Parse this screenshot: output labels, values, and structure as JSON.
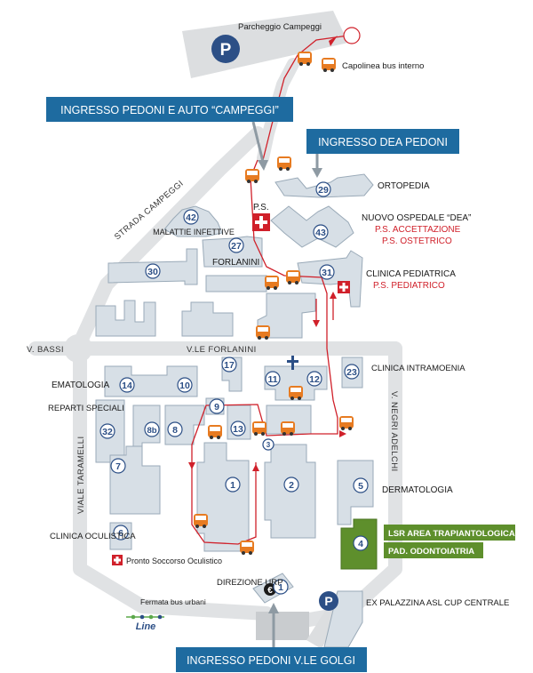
{
  "map": {
    "banners": {
      "campeggi": "INGRESSO PEDONI E AUTO “CAMPEGGI”",
      "dea": "INGRESSO DEA PEDONI",
      "golgi": "INGRESSO PEDONI V.LE GOLGI"
    },
    "top": {
      "parcheggio": "Parcheggio Campeggi",
      "capolinea": "Capolinea bus interno",
      "parking_symbol": "P"
    },
    "streets": {
      "campeggi": "STRADA CAMPEGGI",
      "bassi": "V. BASSI",
      "forlanini": "V.LE FORLANINI",
      "taramelli": "VIALE TARAMELLI",
      "negri": "V. NEGRI ADELCHI"
    },
    "buildings": [
      {
        "num": "29",
        "name": "ORTOPEDIA"
      },
      {
        "num": "43",
        "name": "NUOVO OSPEDALE “DEA”"
      },
      {
        "num": "42",
        "name": "MALATTIE INFETTIVE"
      },
      {
        "num": "27",
        "name": "FORLANINI"
      },
      {
        "num": "30",
        "name": ""
      },
      {
        "num": "31",
        "name": "CLINICA PEDIATRICA"
      },
      {
        "num": "17",
        "name": ""
      },
      {
        "num": "11",
        "name": ""
      },
      {
        "num": "12",
        "name": ""
      },
      {
        "num": "23",
        "name": "CLINICA INTRAMOENIA"
      },
      {
        "num": "14",
        "name": "EMATOLOGIA"
      },
      {
        "num": "10",
        "name": ""
      },
      {
        "num": "9",
        "name": ""
      },
      {
        "num": "32",
        "name": "REPARTI SPECIALI"
      },
      {
        "num": "8b",
        "name": ""
      },
      {
        "num": "8",
        "name": ""
      },
      {
        "num": "13",
        "name": ""
      },
      {
        "num": "3",
        "name": ""
      },
      {
        "num": "7",
        "name": ""
      },
      {
        "num": "1",
        "name": ""
      },
      {
        "num": "2",
        "name": ""
      },
      {
        "num": "5",
        "name": "DERMATOLOGIA"
      },
      {
        "num": "6",
        "name": "CLINICA OCULISTICA"
      },
      {
        "num": "4",
        "name": ""
      },
      {
        "num": "1",
        "name": "DIREZIONE URP"
      }
    ],
    "labels": {
      "ps": "P.S.",
      "ps_accettazione": "P.S. ACCETTAZIONE",
      "ps_ostetrico": "P.S. OSTETRICO",
      "ps_pediatrico": "P.S. PEDIATRICO",
      "pronto_soccorso_oculistico": "Pronto Soccorso Oculistico",
      "lsr": "LSR AREA TRAPIANTOLOGICA",
      "odontoiatria": "PAD. ODONTOIATRIA",
      "ex_palazzina": "EX PALAZZINA ASL CUP CENTRALE",
      "fermata": "Fermata bus urbani",
      "line_logo": "Line",
      "euro_symbol": "€"
    },
    "colors": {
      "banner_blue": "#1e6ba0",
      "accent_red": "#d0202a",
      "green": "#5e8f2c",
      "building": "#d7dfe6",
      "number_blue": "#2c4f86",
      "bus_orange": "#e77b21"
    }
  }
}
